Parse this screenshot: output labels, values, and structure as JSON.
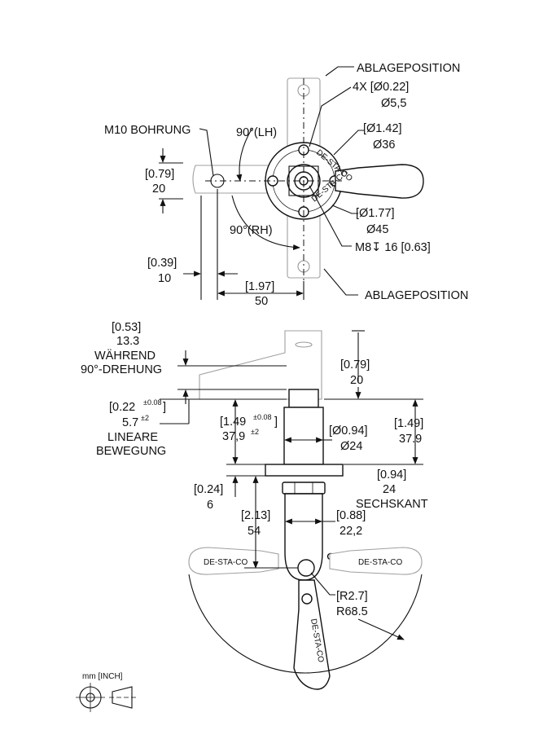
{
  "top_view": {
    "ablageposition_top": "ABLAGEPOSITION",
    "ablageposition_bottom": "ABLAGEPOSITION",
    "hole_count_inch": "4X [Ø0.22]",
    "hole_mm": "Ø5,5",
    "bolt_circle_inch": "[Ø1.42]",
    "bolt_circle_mm": "Ø36",
    "flange_inch": "[Ø1.77]",
    "flange_mm": "Ø45",
    "thread": "M8↧ 16 [0.63]",
    "m10_bore": "M10 BOHRUNG",
    "angle_lh": "90°(LH)",
    "angle_rh": "90°(RH)",
    "width_inch": "[0.79]",
    "width_mm": "20",
    "offset_inch": "[0.39]",
    "offset_mm": "10",
    "length_inch": "[1.97]",
    "length_mm": "50"
  },
  "side_view": {
    "rotation_travel_inch": "[0.53]",
    "rotation_travel_mm": "13.3",
    "rotation_label_1": "WÄHREND",
    "rotation_label_2": "90°-DREHUNG",
    "handle_height_inch": "[0.79]",
    "handle_height_mm": "20",
    "linear_travel_inch": "[0.22",
    "linear_travel_inch_tol": "±0.08",
    "linear_travel_mm": "5.7",
    "linear_travel_mm_tol": "±2",
    "linear_label_1": "LINEARE",
    "linear_label_2": "BEWEGUNG",
    "stroke_inch": "[1.49",
    "stroke_inch_tol": "±0.08",
    "stroke_mm": "37,9",
    "stroke_mm_tol": "±2",
    "shaft_dia_inch": "[Ø0.94]",
    "shaft_dia_mm": "Ø24",
    "height_right_inch": "[1.49]",
    "height_right_mm": "37.9",
    "hex_inch": "[0.94]",
    "hex_mm": "24",
    "hex_label": "SECHSKANT",
    "flange_thk_inch": "[0.24]",
    "flange_thk_mm": "6",
    "body_len_inch": "[2.13]",
    "body_len_mm": "54",
    "body_dia_inch": "[0.88]",
    "body_dia_mm": "22,2",
    "radius_inch": "[R2.7]",
    "radius_mm": "R68.5"
  },
  "legend": {
    "units": "mm [INCH]"
  },
  "handle_engraving": "DE-STA-CO"
}
